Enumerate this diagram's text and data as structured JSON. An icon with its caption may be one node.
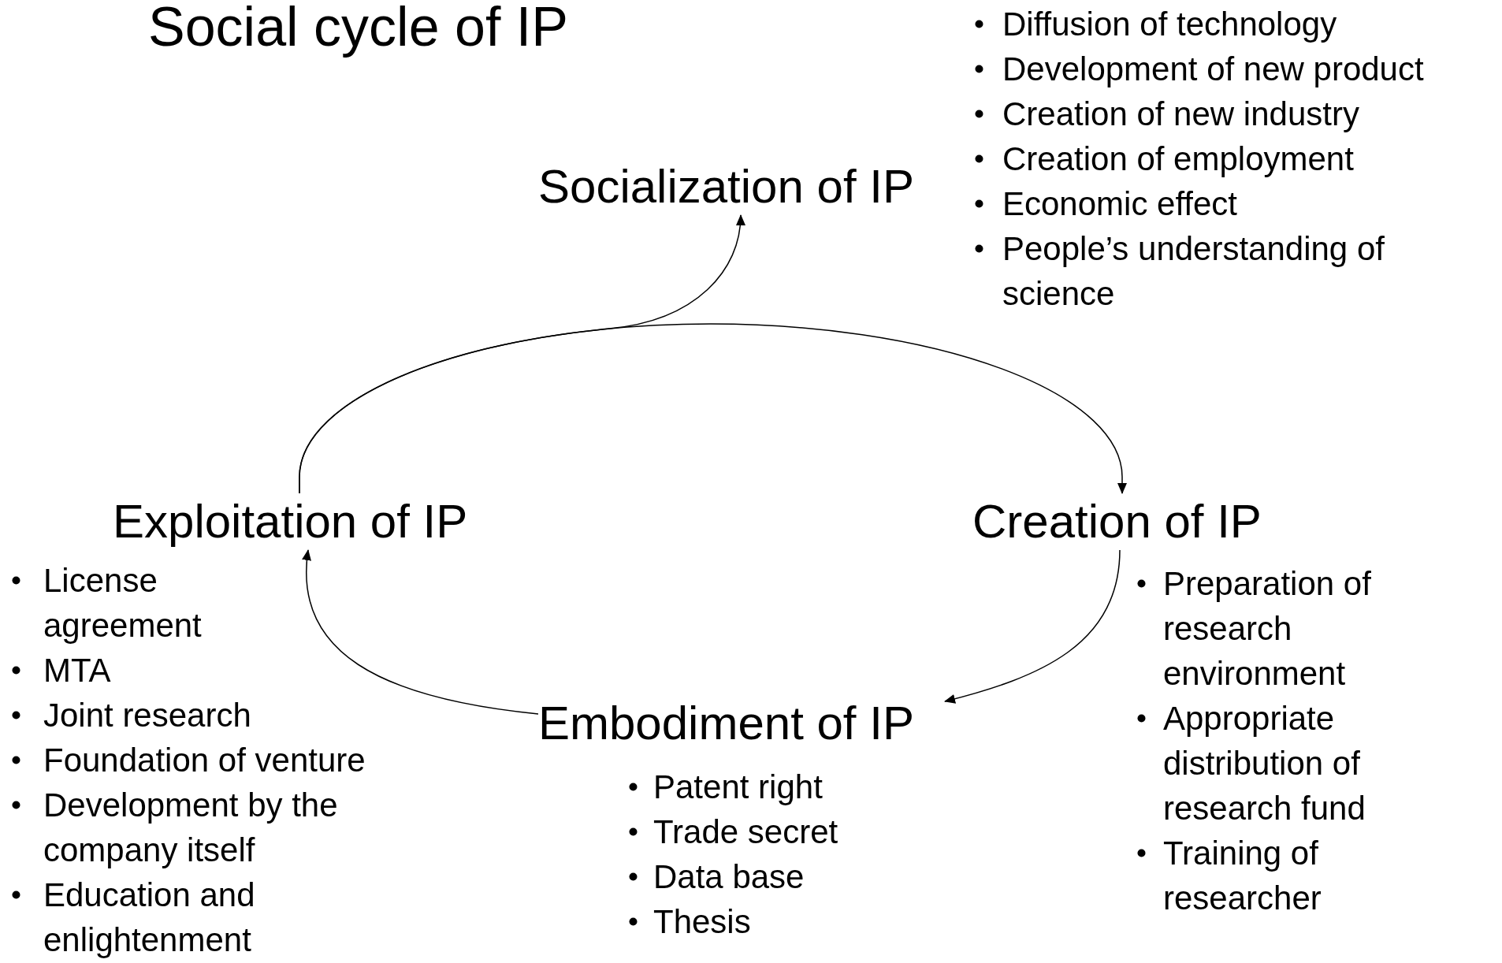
{
  "diagram": {
    "title": "Social cycle of IP",
    "nodes": [
      {
        "text": [
          "Socialization of IP"
        ],
        "beside": [
          "Diffusion of technology",
          "Development of new product",
          "Creation of new industry",
          "Creation of employment",
          "Economic effect",
          "People’s understanding of science"
        ]
      },
      {
        "text": [
          "Creation of IP"
        ],
        "beside": [
          "Preparation of research environment",
          "Appropriate distribution of research fund",
          "Training of researcher"
        ]
      },
      {
        "text": [
          "Embodiment of IP"
        ],
        "beside": [
          "Patent right",
          "Trade secret",
          "Data base",
          "Thesis"
        ]
      },
      {
        "text": [
          "Exploitation of IP"
        ],
        "beside": [
          "License agreement",
          "MTA",
          "Joint research",
          "Foundation of venture",
          "Development by the company itself",
          "Education and enlightenment"
        ]
      }
    ],
    "edges": [
      {
        "from": 3,
        "to": 1,
        "arrow": "to"
      },
      {
        "from": 1,
        "to": 2,
        "arrow": "to"
      },
      {
        "from": 2,
        "to": 3,
        "arrow": "to"
      },
      {
        "from": 3,
        "to": 0,
        "arrow": "to"
      }
    ]
  }
}
